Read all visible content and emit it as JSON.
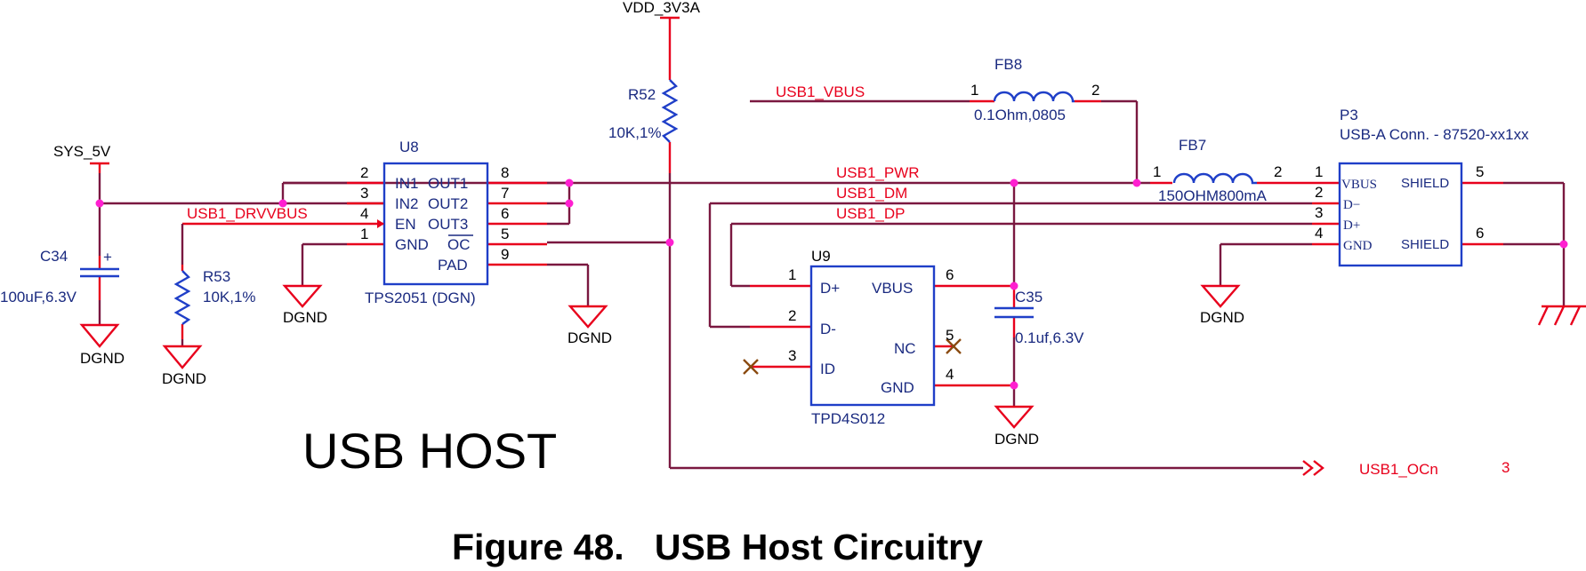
{
  "power": {
    "vdd": "VDD_3V3A",
    "sys5v": "SYS_5V"
  },
  "ground_label": "DGND",
  "nets": {
    "usb1_vbus": "USB1_VBUS",
    "usb1_pwr": "USB1_PWR",
    "usb1_dm": "USB1_DM",
    "usb1_dp": "USB1_DP",
    "usb1_drvvbus": "USB1_DRVVBUS",
    "usb1_ocn": "USB1_OCn",
    "usb1_ocn_page": "3"
  },
  "components": {
    "r52": {
      "ref": "R52",
      "value": "10K,1%"
    },
    "r53": {
      "ref": "R53",
      "value": "10K,1%"
    },
    "c34": {
      "ref": "C34",
      "value": "100uF,6.3V",
      "polarity": "+"
    },
    "c35": {
      "ref": "C35",
      "value": "0.1uf,6.3V"
    },
    "fb8": {
      "ref": "FB8",
      "value": "0.1Ohm,0805",
      "pin1": "1",
      "pin2": "2"
    },
    "fb7": {
      "ref": "FB7",
      "value": "150OHM800mA",
      "pin1": "1",
      "pin2": "2"
    },
    "u8": {
      "ref": "U8",
      "part": "TPS2051 (DGN)",
      "left_pins": [
        {
          "num": "2",
          "name": "IN1"
        },
        {
          "num": "3",
          "name": "IN2"
        },
        {
          "num": "4",
          "name": "EN"
        },
        {
          "num": "1",
          "name": "GND"
        }
      ],
      "right_pins": [
        {
          "num": "8",
          "name": "OUT1"
        },
        {
          "num": "7",
          "name": "OUT2"
        },
        {
          "num": "6",
          "name": "OUT3"
        },
        {
          "num": "5",
          "name": "OC"
        },
        {
          "num": "9",
          "name": "PAD"
        }
      ]
    },
    "u9": {
      "ref": "U9",
      "part": "TPD4S012",
      "left_pins": [
        {
          "num": "1",
          "name": "D+"
        },
        {
          "num": "2",
          "name": "D-"
        },
        {
          "num": "3",
          "name": "ID"
        }
      ],
      "right_pins": [
        {
          "num": "6",
          "name": "VBUS"
        },
        {
          "num": "5",
          "name": "NC"
        },
        {
          "num": "4",
          "name": "GND"
        }
      ]
    },
    "p3": {
      "ref": "P3",
      "part": "USB-A Conn. - 87520-xx1xx",
      "left_pins": [
        {
          "num": "1",
          "name": "VBUS"
        },
        {
          "num": "2",
          "name": "D−"
        },
        {
          "num": "3",
          "name": "D+"
        },
        {
          "num": "4",
          "name": "GND"
        }
      ],
      "right_pins": [
        {
          "num": "5",
          "name": "SHIELD"
        },
        {
          "num": "6",
          "name": "SHIELD"
        }
      ]
    }
  },
  "section_title": "USB HOST",
  "figure_caption": "Figure 48.   USB Host Circuitry"
}
